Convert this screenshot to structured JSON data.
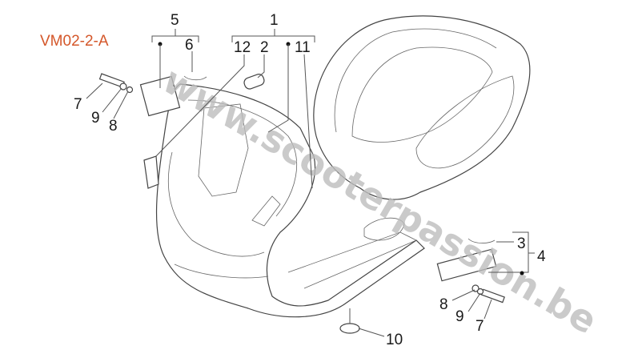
{
  "diagram": {
    "code": "VM02-2-A",
    "watermark": "www.scooterpassion.be",
    "accent_color": "#d4572a",
    "callouts": {
      "c1": "1",
      "c2": "2",
      "c3": "3",
      "c4": "4",
      "c5": "5",
      "c6": "6",
      "c7a": "7",
      "c8a": "8",
      "c9a": "9",
      "c7b": "7",
      "c8b": "8",
      "c9b": "9",
      "c10": "10",
      "c11": "11",
      "c12": "12"
    }
  }
}
